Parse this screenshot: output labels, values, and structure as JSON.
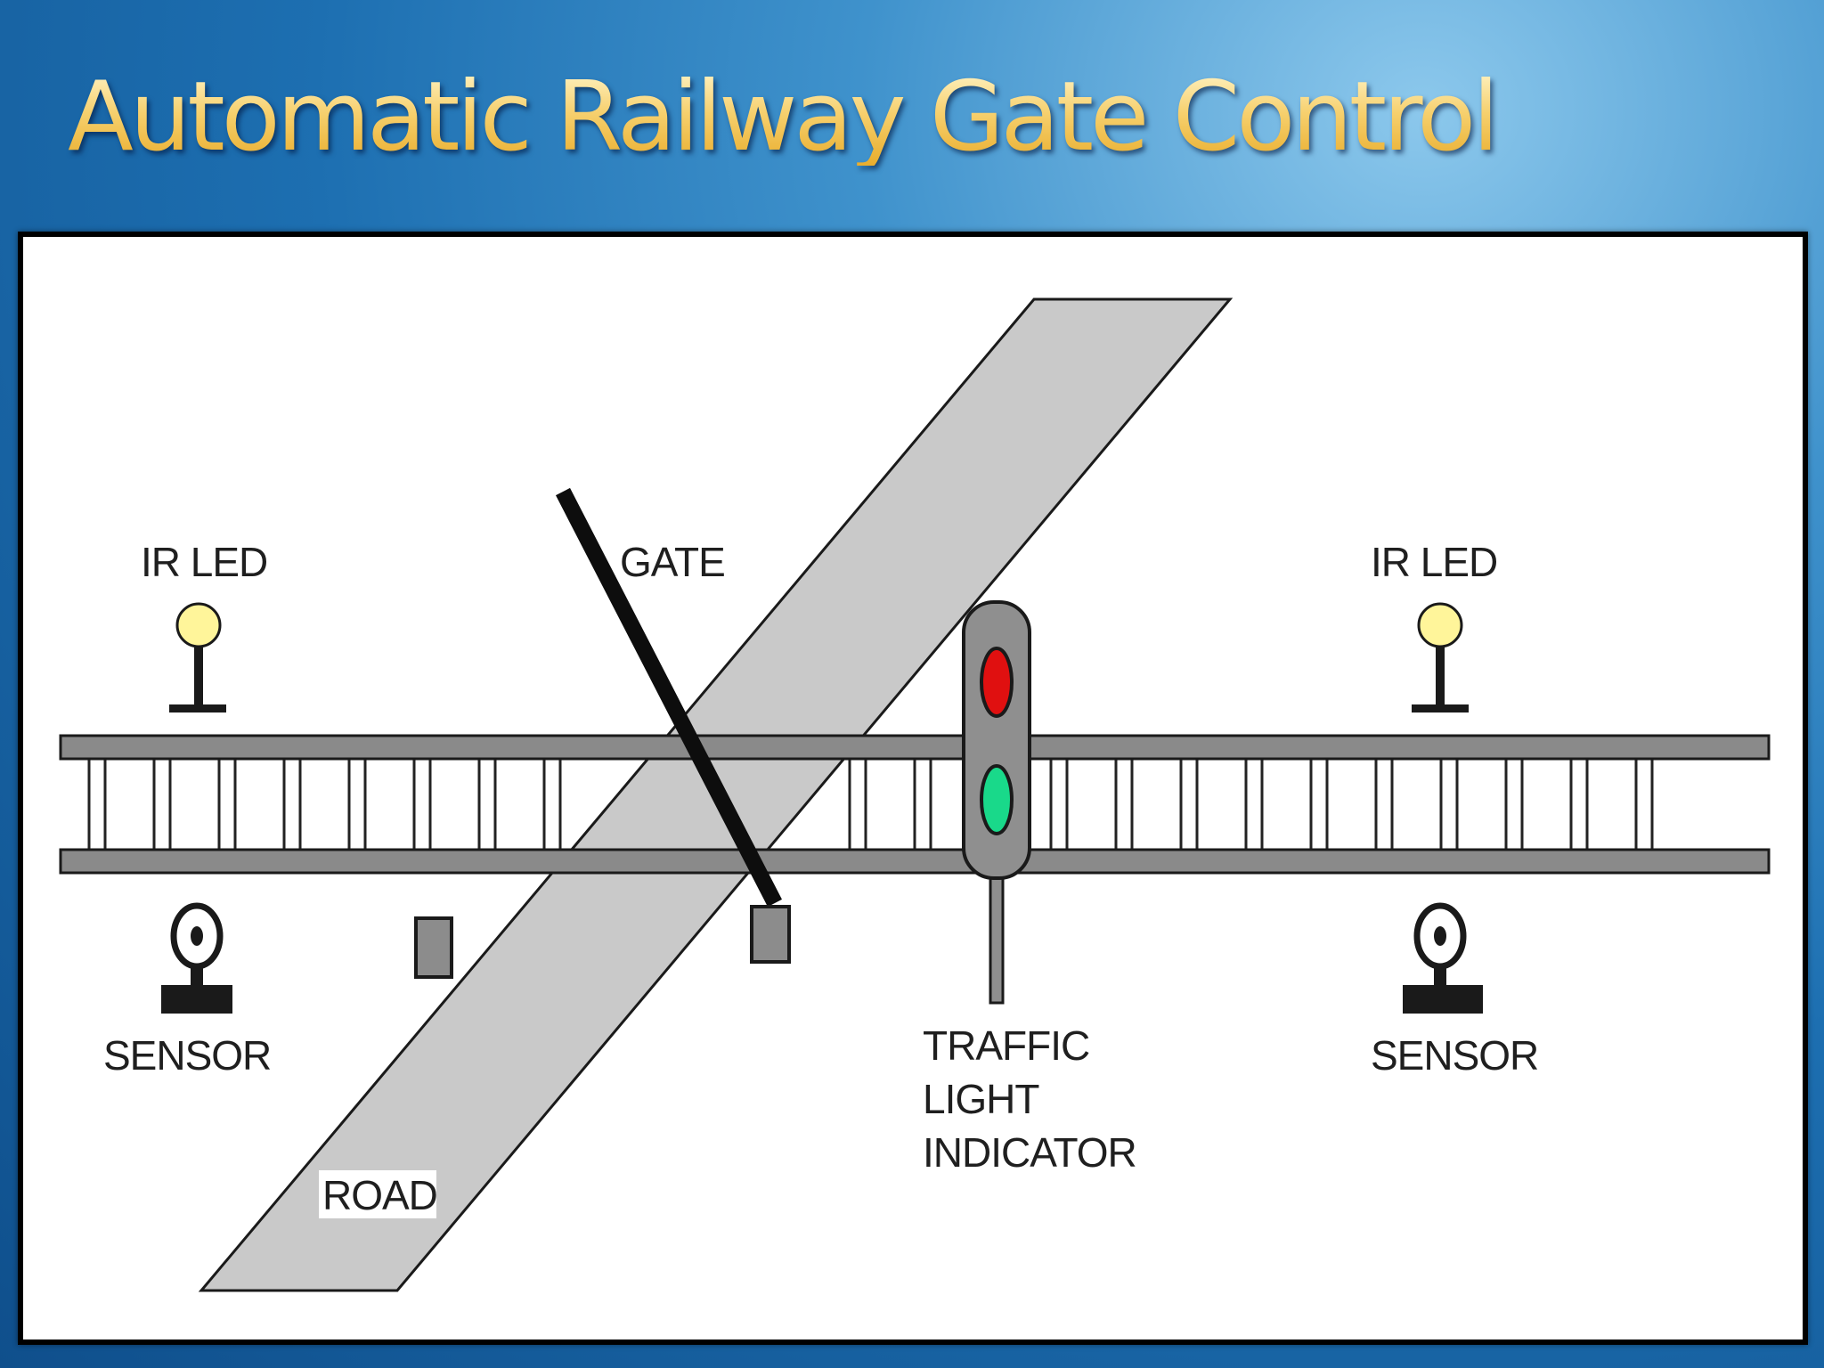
{
  "slide": {
    "title": "Automatic Railway Gate Control"
  },
  "diagram": {
    "labels": {
      "ir_led_left": "IR LED",
      "ir_led_right": "IR LED",
      "gate": "GATE",
      "sensor_left": "SENSOR",
      "sensor_right": "SENSOR",
      "traffic_light_line1": "TRAFFIC",
      "traffic_light_line2": "LIGHT",
      "traffic_light_line3": "INDICATOR",
      "road": "ROAD"
    },
    "traffic_light": {
      "top_lamp": "red",
      "bottom_lamp": "green"
    },
    "colors": {
      "road": "#c9c9c9",
      "rail": "#8a8a8a",
      "led_bulb": "#fff59a",
      "red_lamp": "#e01010",
      "green_lamp": "#19d98a",
      "signal_housing": "#8f8f8f",
      "control_box": "#8c8c8c"
    }
  }
}
